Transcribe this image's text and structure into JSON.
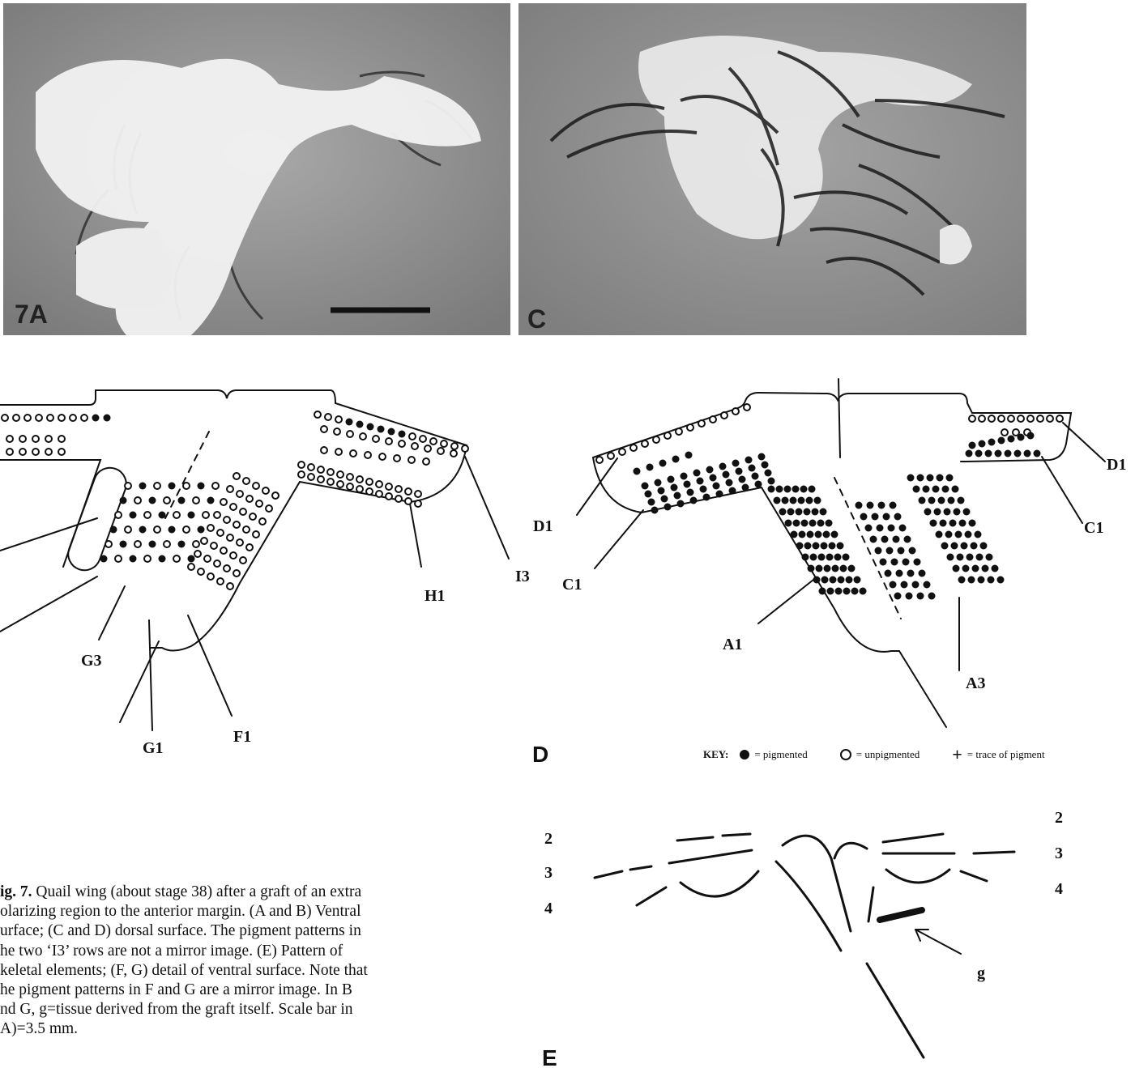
{
  "photos": {
    "panel_a": {
      "label": "7A"
    },
    "panel_c": {
      "label": "C"
    }
  },
  "diagram_b": {
    "labels": {
      "g3": "G3",
      "g1": "G1",
      "f1": "F1",
      "h1": "H1",
      "i3": "I3"
    }
  },
  "diagram_d": {
    "labels": {
      "d1_left": "D1",
      "c1_left": "C1",
      "a1": "A1",
      "a3": "A3",
      "d1_right": "D1",
      "c1_right": "C1"
    },
    "panel_letter": "D"
  },
  "key": {
    "title": "KEY:",
    "pigmented": "= pigmented",
    "unpigmented": "= unpigmented",
    "trace": "= trace of pigment"
  },
  "diagram_e": {
    "panel_letter": "E",
    "left_numbers": [
      "2",
      "3",
      "4"
    ],
    "right_numbers": [
      "2",
      "3",
      "4"
    ],
    "graft_label": "g"
  },
  "caption": {
    "fig_label": "ig. 7.",
    "text": " Quail wing (about stage 38) after a graft of an extra\nolarizing region to the anterior margin. (A and B) Ventral\nurface; (C and D) dorsal surface. The pigment patterns in\nhe two ‘I3’ rows are not a mirror image. (E) Pattern of\nkeletal elements; (F, G) detail of ventral surface. Note that\nhe pigment patterns in F and G are a mirror image. In B\nnd G, g=tissue derived from the graft itself. Scale bar in\nA)=3.5 mm."
  },
  "colors": {
    "ink": "#111111",
    "photo_bg": "#8f8f8f"
  }
}
